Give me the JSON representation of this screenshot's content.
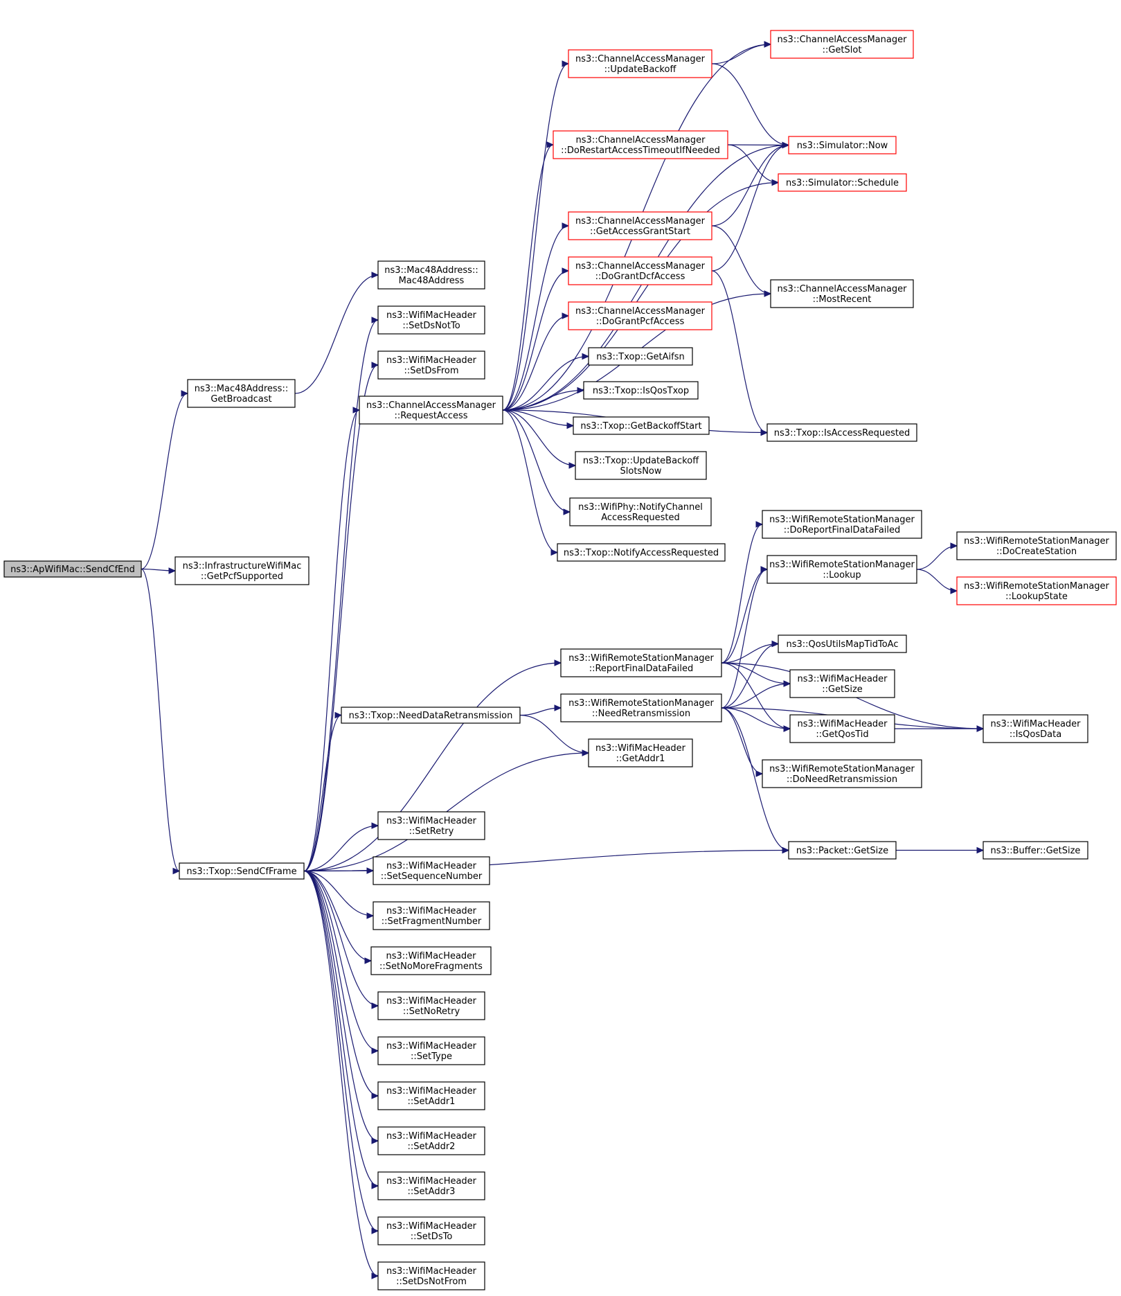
{
  "colors": {
    "edge": "#191970",
    "truncated_border": "#ff0000",
    "root_fill": "#bfbfbf",
    "node_border": "#000000"
  },
  "nodes": [
    {
      "id": "root",
      "lines": [
        "ns3::ApWifiMac::SendCfEnd"
      ],
      "style": "root"
    },
    {
      "id": "mac_bcast",
      "lines": [
        "ns3::Mac48Address::",
        "GetBroadcast"
      ]
    },
    {
      "id": "infra_pcf",
      "lines": [
        "ns3::InfrastructureWifiMac",
        "::GetPcfSupported"
      ]
    },
    {
      "id": "sendcf",
      "lines": [
        "ns3::Txop::SendCfFrame"
      ]
    },
    {
      "id": "mac48",
      "lines": [
        "ns3::Mac48Address::",
        "Mac48Address"
      ]
    },
    {
      "id": "setdsnotto",
      "lines": [
        "ns3::WifiMacHeader",
        "::SetDsNotTo"
      ]
    },
    {
      "id": "setdsfrom",
      "lines": [
        "ns3::WifiMacHeader",
        "::SetDsFrom"
      ]
    },
    {
      "id": "reqacc",
      "lines": [
        "ns3::ChannelAccessManager",
        "::RequestAccess"
      ]
    },
    {
      "id": "needdata",
      "lines": [
        "ns3::Txop::NeedDataRetransmission"
      ]
    },
    {
      "id": "setretry",
      "lines": [
        "ns3::WifiMacHeader",
        "::SetRetry"
      ]
    },
    {
      "id": "setseq",
      "lines": [
        "ns3::WifiMacHeader",
        "::SetSequenceNumber"
      ]
    },
    {
      "id": "setfrag",
      "lines": [
        "ns3::WifiMacHeader",
        "::SetFragmentNumber"
      ]
    },
    {
      "id": "setnomore",
      "lines": [
        "ns3::WifiMacHeader",
        "::SetNoMoreFragments"
      ]
    },
    {
      "id": "setnoretry",
      "lines": [
        "ns3::WifiMacHeader",
        "::SetNoRetry"
      ]
    },
    {
      "id": "settype",
      "lines": [
        "ns3::WifiMacHeader",
        "::SetType"
      ]
    },
    {
      "id": "setaddr1",
      "lines": [
        "ns3::WifiMacHeader",
        "::SetAddr1"
      ]
    },
    {
      "id": "setaddr2",
      "lines": [
        "ns3::WifiMacHeader",
        "::SetAddr2"
      ]
    },
    {
      "id": "setaddr3",
      "lines": [
        "ns3::WifiMacHeader",
        "::SetAddr3"
      ]
    },
    {
      "id": "setdsto",
      "lines": [
        "ns3::WifiMacHeader",
        "::SetDsTo"
      ]
    },
    {
      "id": "setdsnotfrom",
      "lines": [
        "ns3::WifiMacHeader",
        "::SetDsNotFrom"
      ]
    },
    {
      "id": "updbackoff",
      "lines": [
        "ns3::ChannelAccessManager",
        "::UpdateBackoff"
      ],
      "style": "trunc"
    },
    {
      "id": "dorestart",
      "lines": [
        "ns3::ChannelAccessManager",
        "::DoRestartAccessTimeoutIfNeeded"
      ],
      "style": "trunc"
    },
    {
      "id": "getaccgrant",
      "lines": [
        "ns3::ChannelAccessManager",
        "::GetAccessGrantStart"
      ],
      "style": "trunc"
    },
    {
      "id": "dograntdcf",
      "lines": [
        "ns3::ChannelAccessManager",
        "::DoGrantDcfAccess"
      ],
      "style": "trunc"
    },
    {
      "id": "dograntpcf",
      "lines": [
        "ns3::ChannelAccessManager",
        "::DoGrantPcfAccess"
      ],
      "style": "trunc"
    },
    {
      "id": "getaifsn",
      "lines": [
        "ns3::Txop::GetAifsn"
      ]
    },
    {
      "id": "isqostxop",
      "lines": [
        "ns3::Txop::IsQosTxop"
      ]
    },
    {
      "id": "getbackoffstart",
      "lines": [
        "ns3::Txop::GetBackoffStart"
      ]
    },
    {
      "id": "updbackoffslots",
      "lines": [
        "ns3::Txop::UpdateBackoff",
        "SlotsNow"
      ]
    },
    {
      "id": "notifychan",
      "lines": [
        "ns3::WifiPhy::NotifyChannel",
        "AccessRequested"
      ]
    },
    {
      "id": "notifyaccreq",
      "lines": [
        "ns3::Txop::NotifyAccessRequested"
      ]
    },
    {
      "id": "reportfinal",
      "lines": [
        "ns3::WifiRemoteStationManager",
        "::ReportFinalDataFailed"
      ]
    },
    {
      "id": "needretrans",
      "lines": [
        "ns3::WifiRemoteStationManager",
        "::NeedRetransmission"
      ]
    },
    {
      "id": "getaddr1",
      "lines": [
        "ns3::WifiMacHeader",
        "::GetAddr1"
      ]
    },
    {
      "id": "getslot",
      "lines": [
        "ns3::ChannelAccessManager",
        "::GetSlot"
      ],
      "style": "trunc"
    },
    {
      "id": "simnow",
      "lines": [
        "ns3::Simulator::Now"
      ],
      "style": "trunc"
    },
    {
      "id": "simsched",
      "lines": [
        "ns3::Simulator::Schedule"
      ],
      "style": "trunc"
    },
    {
      "id": "mostrecent",
      "lines": [
        "ns3::ChannelAccessManager",
        "::MostRecent"
      ]
    },
    {
      "id": "isaccreq",
      "lines": [
        "ns3::Txop::IsAccessRequested"
      ]
    },
    {
      "id": "doreport",
      "lines": [
        "ns3::WifiRemoteStationManager",
        "::DoReportFinalDataFailed"
      ]
    },
    {
      "id": "lookup",
      "lines": [
        "ns3::WifiRemoteStationManager",
        "::Lookup"
      ]
    },
    {
      "id": "qosmap",
      "lines": [
        "ns3::QosUtilsMapTidToAc"
      ]
    },
    {
      "id": "hdrgetsize",
      "lines": [
        "ns3::WifiMacHeader",
        "::GetSize"
      ]
    },
    {
      "id": "getqostid",
      "lines": [
        "ns3::WifiMacHeader",
        "::GetQosTid"
      ]
    },
    {
      "id": "doneedretrans",
      "lines": [
        "ns3::WifiRemoteStationManager",
        "::DoNeedRetransmission"
      ]
    },
    {
      "id": "pktgetsize",
      "lines": [
        "ns3::Packet::GetSize"
      ]
    },
    {
      "id": "docreate",
      "lines": [
        "ns3::WifiRemoteStationManager",
        "::DoCreateStation"
      ]
    },
    {
      "id": "lookupstate",
      "lines": [
        "ns3::WifiRemoteStationManager",
        "::LookupState"
      ],
      "style": "trunc"
    },
    {
      "id": "isqosdata",
      "lines": [
        "ns3::WifiMacHeader",
        "::IsQosData"
      ]
    },
    {
      "id": "bufgetsize",
      "lines": [
        "ns3::Buffer::GetSize"
      ]
    }
  ],
  "edges": [
    [
      "root",
      "mac_bcast"
    ],
    [
      "root",
      "infra_pcf"
    ],
    [
      "root",
      "sendcf"
    ],
    [
      "mac_bcast",
      "mac48"
    ],
    [
      "sendcf",
      "setdsnotto"
    ],
    [
      "sendcf",
      "setdsfrom"
    ],
    [
      "sendcf",
      "reqacc"
    ],
    [
      "sendcf",
      "reportfinal"
    ],
    [
      "sendcf",
      "needdata"
    ],
    [
      "sendcf",
      "getaddr1"
    ],
    [
      "sendcf",
      "pktgetsize"
    ],
    [
      "sendcf",
      "setretry"
    ],
    [
      "sendcf",
      "setseq"
    ],
    [
      "sendcf",
      "setfrag"
    ],
    [
      "sendcf",
      "setnomore"
    ],
    [
      "sendcf",
      "setnoretry"
    ],
    [
      "sendcf",
      "settype"
    ],
    [
      "sendcf",
      "setaddr1"
    ],
    [
      "sendcf",
      "setaddr2"
    ],
    [
      "sendcf",
      "setaddr3"
    ],
    [
      "sendcf",
      "setdsto"
    ],
    [
      "sendcf",
      "setdsnotfrom"
    ],
    [
      "reqacc",
      "getslot"
    ],
    [
      "reqacc",
      "updbackoff"
    ],
    [
      "reqacc",
      "simnow"
    ],
    [
      "reqacc",
      "dorestart"
    ],
    [
      "reqacc",
      "simsched"
    ],
    [
      "reqacc",
      "getaccgrant"
    ],
    [
      "reqacc",
      "dograntdcf"
    ],
    [
      "reqacc",
      "dograntpcf"
    ],
    [
      "reqacc",
      "getaifsn"
    ],
    [
      "reqacc",
      "isqostxop"
    ],
    [
      "reqacc",
      "getbackoffstart"
    ],
    [
      "reqacc",
      "updbackoffslots"
    ],
    [
      "reqacc",
      "notifychan"
    ],
    [
      "reqacc",
      "notifyaccreq"
    ],
    [
      "reqacc",
      "mostrecent"
    ],
    [
      "reqacc",
      "isaccreq"
    ],
    [
      "updbackoff",
      "getslot"
    ],
    [
      "updbackoff",
      "simnow"
    ],
    [
      "dorestart",
      "simnow"
    ],
    [
      "dorestart",
      "simsched"
    ],
    [
      "getaccgrant",
      "simnow"
    ],
    [
      "getaccgrant",
      "mostrecent"
    ],
    [
      "dograntdcf",
      "simnow"
    ],
    [
      "dograntdcf",
      "isaccreq"
    ],
    [
      "needdata",
      "needretrans"
    ],
    [
      "needdata",
      "getaddr1"
    ],
    [
      "reportfinal",
      "doreport"
    ],
    [
      "reportfinal",
      "lookup"
    ],
    [
      "reportfinal",
      "qosmap"
    ],
    [
      "reportfinal",
      "hdrgetsize"
    ],
    [
      "reportfinal",
      "getqostid"
    ],
    [
      "reportfinal",
      "isqosdata"
    ],
    [
      "needretrans",
      "lookup"
    ],
    [
      "needretrans",
      "qosmap"
    ],
    [
      "needretrans",
      "hdrgetsize"
    ],
    [
      "needretrans",
      "getqostid"
    ],
    [
      "needretrans",
      "doneedretrans"
    ],
    [
      "needretrans",
      "isqosdata"
    ],
    [
      "needretrans",
      "pktgetsize"
    ],
    [
      "lookup",
      "docreate"
    ],
    [
      "lookup",
      "lookupstate"
    ],
    [
      "getqostid",
      "isqosdata"
    ],
    [
      "pktgetsize",
      "bufgetsize"
    ]
  ]
}
